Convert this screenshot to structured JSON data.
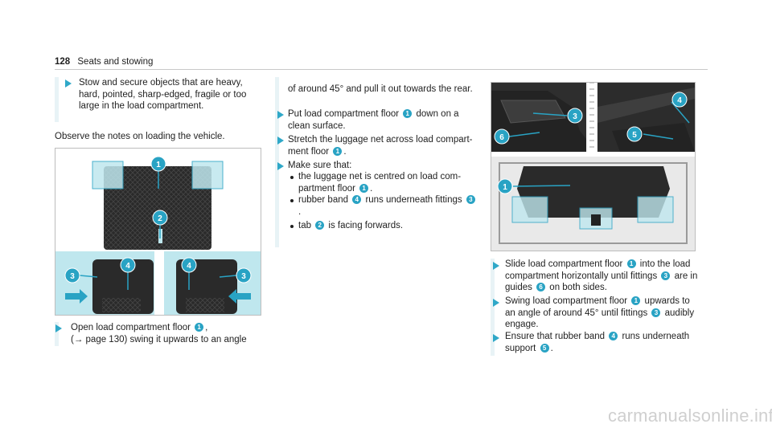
{
  "header": {
    "page_number": "128",
    "section": "Seats and stowing"
  },
  "warning": {
    "text": "Stow and secure objects that are heavy, hard, pointed, sharp-edged, fragile or too large in the load compartment."
  },
  "observe_note": "Observe the notes on loading the vehicle.",
  "figure1": {
    "callouts": [
      "1",
      "2",
      "3",
      "4",
      "4",
      "3"
    ]
  },
  "step_open": {
    "part1": "Open load compartment floor",
    "part2": ",",
    "ref": "(→ page 130) swing it upwards to an angle",
    "badge": "1"
  },
  "step_continue": "of around 45° and pull it out towards the rear.",
  "step_put": {
    "part1": "Put load compartment floor",
    "badge": "1",
    "part2": "down on a clean surface."
  },
  "step_stretch": {
    "part1": "Stretch the luggage net across load compart-ment floor",
    "badge": "1",
    "part2": "."
  },
  "step_make_sure": {
    "lead": "Make sure that:",
    "bullets": [
      {
        "part1": "the luggage net is centred on load com-partment floor",
        "badge": "1",
        "part2": "."
      },
      {
        "part1": "rubber band",
        "badge": "4",
        "part2": "runs underneath fittings",
        "badge2": "3",
        "part3": "."
      },
      {
        "part1": "tab",
        "badge": "2",
        "part2": "is facing forwards."
      }
    ]
  },
  "figure2": {
    "callouts": [
      "3",
      "4",
      "6",
      "5",
      "1"
    ]
  },
  "step_slide": {
    "part1": "Slide load compartment floor",
    "badge": "1",
    "part2": "into the load compartment horizontally until fittings",
    "badge2": "3",
    "part3": "are in guides",
    "badge3": "6",
    "part4": "on both sides."
  },
  "step_swing": {
    "part1": "Swing load compartment floor",
    "badge": "1",
    "part2": "upwards to an angle of around 45° until fittings",
    "badge2": "3",
    "part3": "audibly engage."
  },
  "step_ensure": {
    "part1": "Ensure that rubber band",
    "badge": "4",
    "part2": "runs underneath support",
    "badge2": "5",
    "part3": "."
  },
  "footer": {
    "watermark": "carmanualsonline.info"
  }
}
